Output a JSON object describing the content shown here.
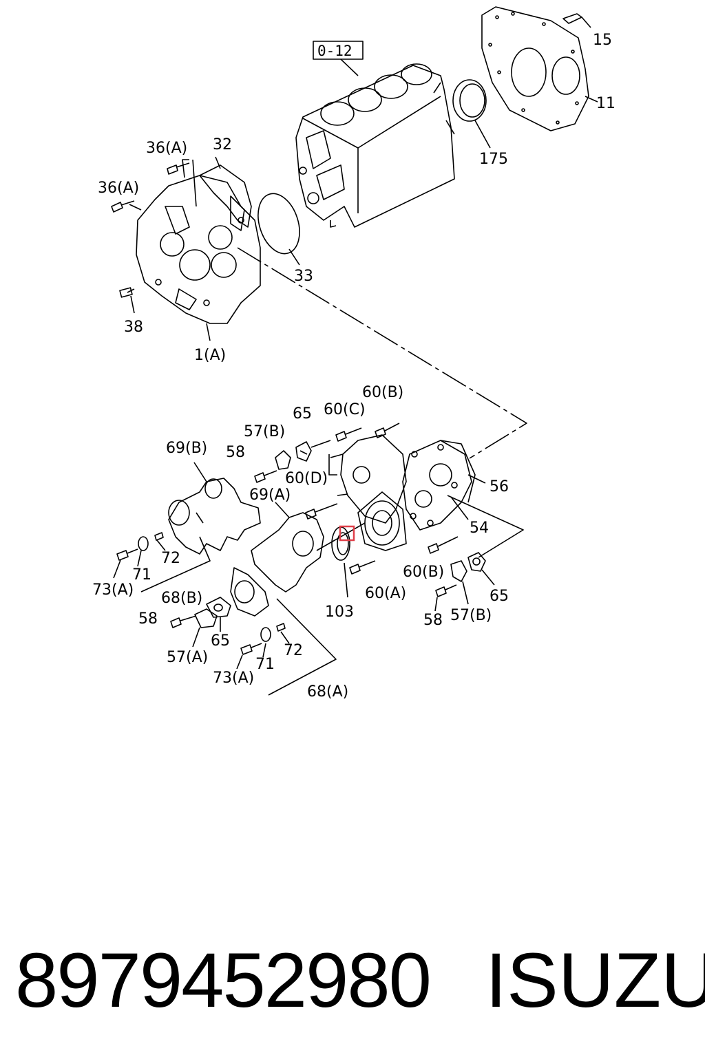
{
  "diagram": {
    "reference_box": "0-12",
    "callouts": [
      {
        "id": "c15",
        "text": "15"
      },
      {
        "id": "c11",
        "text": "11"
      },
      {
        "id": "c175",
        "text": "175"
      },
      {
        "id": "c36a1",
        "text": "36(A)"
      },
      {
        "id": "c32",
        "text": "32"
      },
      {
        "id": "c36a2",
        "text": "36(A)"
      },
      {
        "id": "c33",
        "text": "33"
      },
      {
        "id": "c38",
        "text": "38"
      },
      {
        "id": "c1a",
        "text": "1(A)"
      },
      {
        "id": "c60b1",
        "text": "60(B)"
      },
      {
        "id": "c65a",
        "text": "65"
      },
      {
        "id": "c60c",
        "text": "60(C)"
      },
      {
        "id": "c57b1",
        "text": "57(B)"
      },
      {
        "id": "c69b",
        "text": "69(B)"
      },
      {
        "id": "c58a",
        "text": "58"
      },
      {
        "id": "c60d",
        "text": "60(D)"
      },
      {
        "id": "c69a",
        "text": "69(A)"
      },
      {
        "id": "c56",
        "text": "56"
      },
      {
        "id": "c54",
        "text": "54"
      },
      {
        "id": "c72a",
        "text": "72"
      },
      {
        "id": "c71a",
        "text": "71"
      },
      {
        "id": "c73a1",
        "text": "73(A)"
      },
      {
        "id": "c60b2",
        "text": "60(B)"
      },
      {
        "id": "c65b",
        "text": "65"
      },
      {
        "id": "c68b",
        "text": "68(B)"
      },
      {
        "id": "c103",
        "text": "103"
      },
      {
        "id": "c60a",
        "text": "60(A)"
      },
      {
        "id": "c58b",
        "text": "58"
      },
      {
        "id": "c57b2",
        "text": "57(B)"
      },
      {
        "id": "c58c",
        "text": "58"
      },
      {
        "id": "c65c",
        "text": "65"
      },
      {
        "id": "c57a",
        "text": "57(A)"
      },
      {
        "id": "c72b",
        "text": "72"
      },
      {
        "id": "c71b",
        "text": "71"
      },
      {
        "id": "c73a2",
        "text": "73(A)"
      },
      {
        "id": "c68a",
        "text": "68(A)"
      }
    ],
    "highlight_color": "#e0404a"
  },
  "footer": {
    "part_number": "8979452980",
    "brand": "ISUZU"
  }
}
